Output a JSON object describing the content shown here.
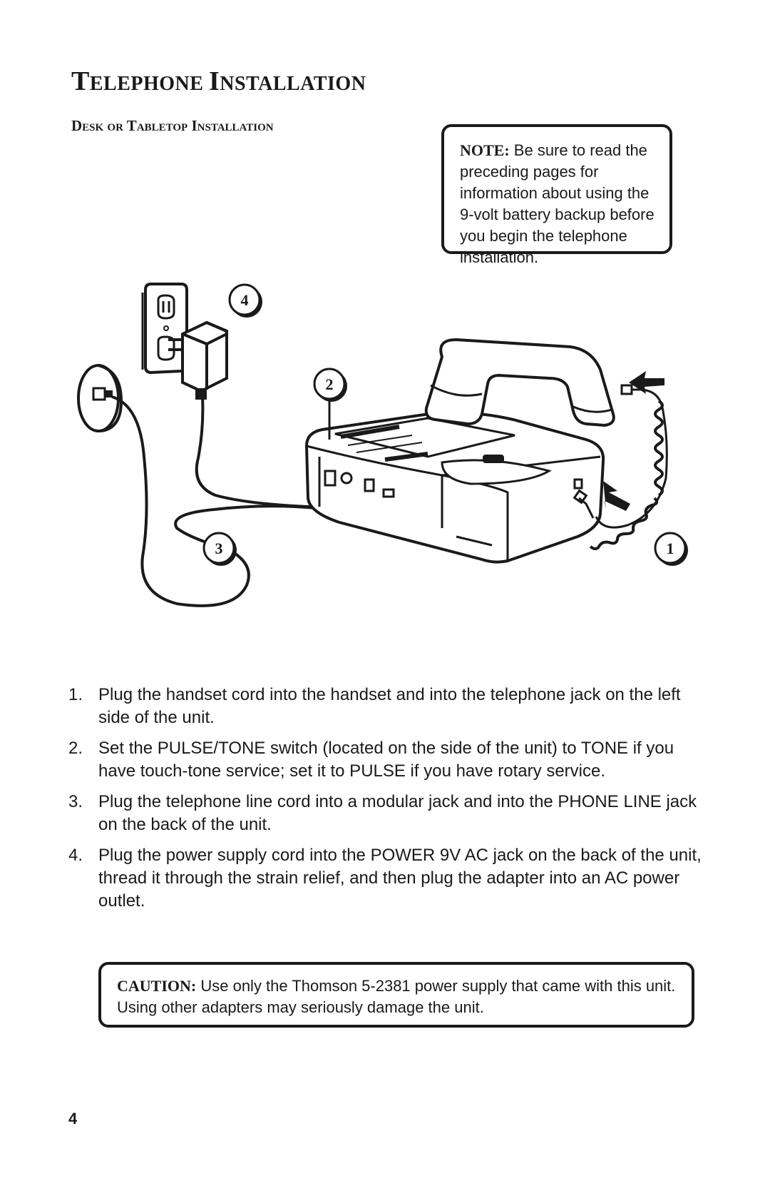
{
  "heading": {
    "title_first_letter": "T",
    "title_rest_1": "ELEPHONE ",
    "title_second_letter": "I",
    "title_rest_2": "NSTALLATION",
    "subtitle": "Desk or Tabletop Installation"
  },
  "note": {
    "label": "NOTE:",
    "text": " Be sure to read the preceding pages for information about using the 9-volt battery backup before you begin the telephone installation."
  },
  "figure": {
    "callouts": [
      "1",
      "2",
      "3",
      "4"
    ]
  },
  "steps": [
    {
      "num": "1.",
      "text": "Plug the handset cord into the handset and into the telephone jack on the left side of the unit."
    },
    {
      "num": "2.",
      "text": "Set the PULSE/TONE switch (located on the side of the unit) to TONE if you have touch-tone service; set it to PULSE if you have rotary service."
    },
    {
      "num": "3.",
      "text": "Plug the telephone line cord into a modular jack and into the PHONE LINE jack on the back of the unit."
    },
    {
      "num": "4.",
      "text": "Plug the power supply cord into the POWER 9V AC jack on the back of the unit, thread it through the strain relief, and then plug the adapter into an AC power outlet."
    }
  ],
  "caution": {
    "label": "CAUTION:",
    "text": " Use only the Thomson 5-2381 power supply that came with this unit. Using other adapters may seriously damage the unit."
  },
  "page_number": "4"
}
